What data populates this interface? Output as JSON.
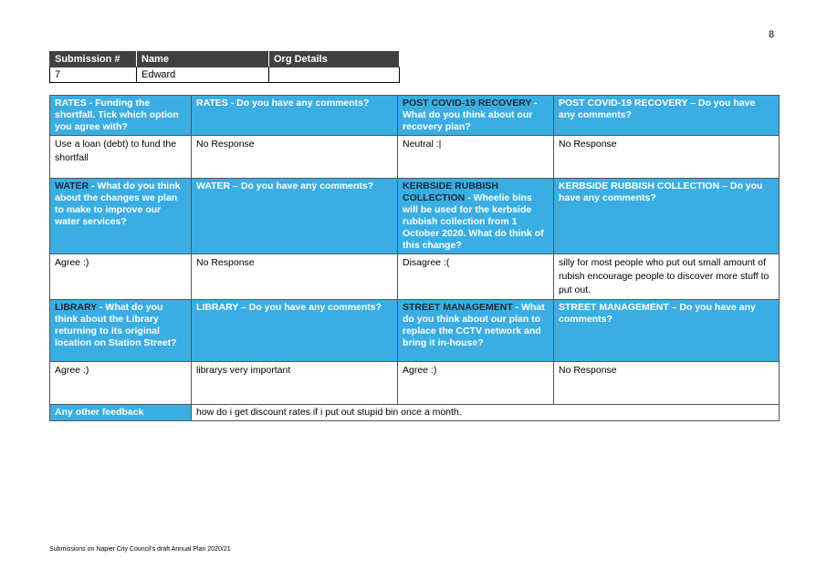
{
  "page_number": "8",
  "submission_table": {
    "headers": [
      "Submission #",
      "Name",
      "Org Details"
    ],
    "row": [
      "7",
      "Edward",
      ""
    ]
  },
  "rows": [
    {
      "questions": [
        {
          "topic": "RATES",
          "text": " - Funding the shortfall. Tick which option you agree with?"
        },
        {
          "topic": "RATES",
          "text": " - Do you have any comments?"
        },
        {
          "topic": "POST COVID-19 RECOVERY",
          "text": " - What do you think about our recovery plan?"
        },
        {
          "topic": "POST COVID-19 RECOVERY",
          "text": " – Do you have any comments?"
        }
      ],
      "answers": [
        "Use a loan (debt) to fund the shortfall",
        "No Response",
        "Neutral :|",
        "No Response"
      ]
    },
    {
      "questions": [
        {
          "topic": "WATER",
          "text": " - What do you think about the changes we plan to make to improve our water services?"
        },
        {
          "topic": "WATER",
          "text": " – Do you have any comments?"
        },
        {
          "topic": "KERBSIDE RUBBISH COLLECTION",
          "text": " - Wheelie bins will be used for the kerbside rubbish collection from 1 October 2020. What do think of this change?"
        },
        {
          "topic": "KERBSIDE RUBBISH COLLECTION",
          "text": " – Do you have any comments?"
        }
      ],
      "answers": [
        "Agree :)",
        "No Response",
        "Disagree :(",
        "silly for most people who put out small amount of rubish encourage people to discover more stuff to put out."
      ]
    },
    {
      "questions": [
        {
          "topic": "LIBRARY",
          "text": " - What do you think about the Library returning to its original location on Station Street?"
        },
        {
          "topic": "LIBRARY",
          "text": " – Do you have any comments?"
        },
        {
          "topic": "STREET MANAGEMENT",
          "text": " - What do you think about our plan to replace the CCTV network and bring it in-house?"
        },
        {
          "topic": "STREET MANAGEMENT",
          "text": " – Do you have any comments?"
        }
      ],
      "answers": [
        "Agree :)",
        "librarys very important",
        "Agree :)",
        "No Response"
      ]
    }
  ],
  "other_feedback": {
    "label": "Any other feedback",
    "value": "how do i get discount rates if i put out stupid bin once a month."
  },
  "footer": "Submissions on Napier City Council's draft Annual Plan 2020/21",
  "colors": {
    "header_blue": "#3aaee2",
    "header_dark": "#404040"
  }
}
